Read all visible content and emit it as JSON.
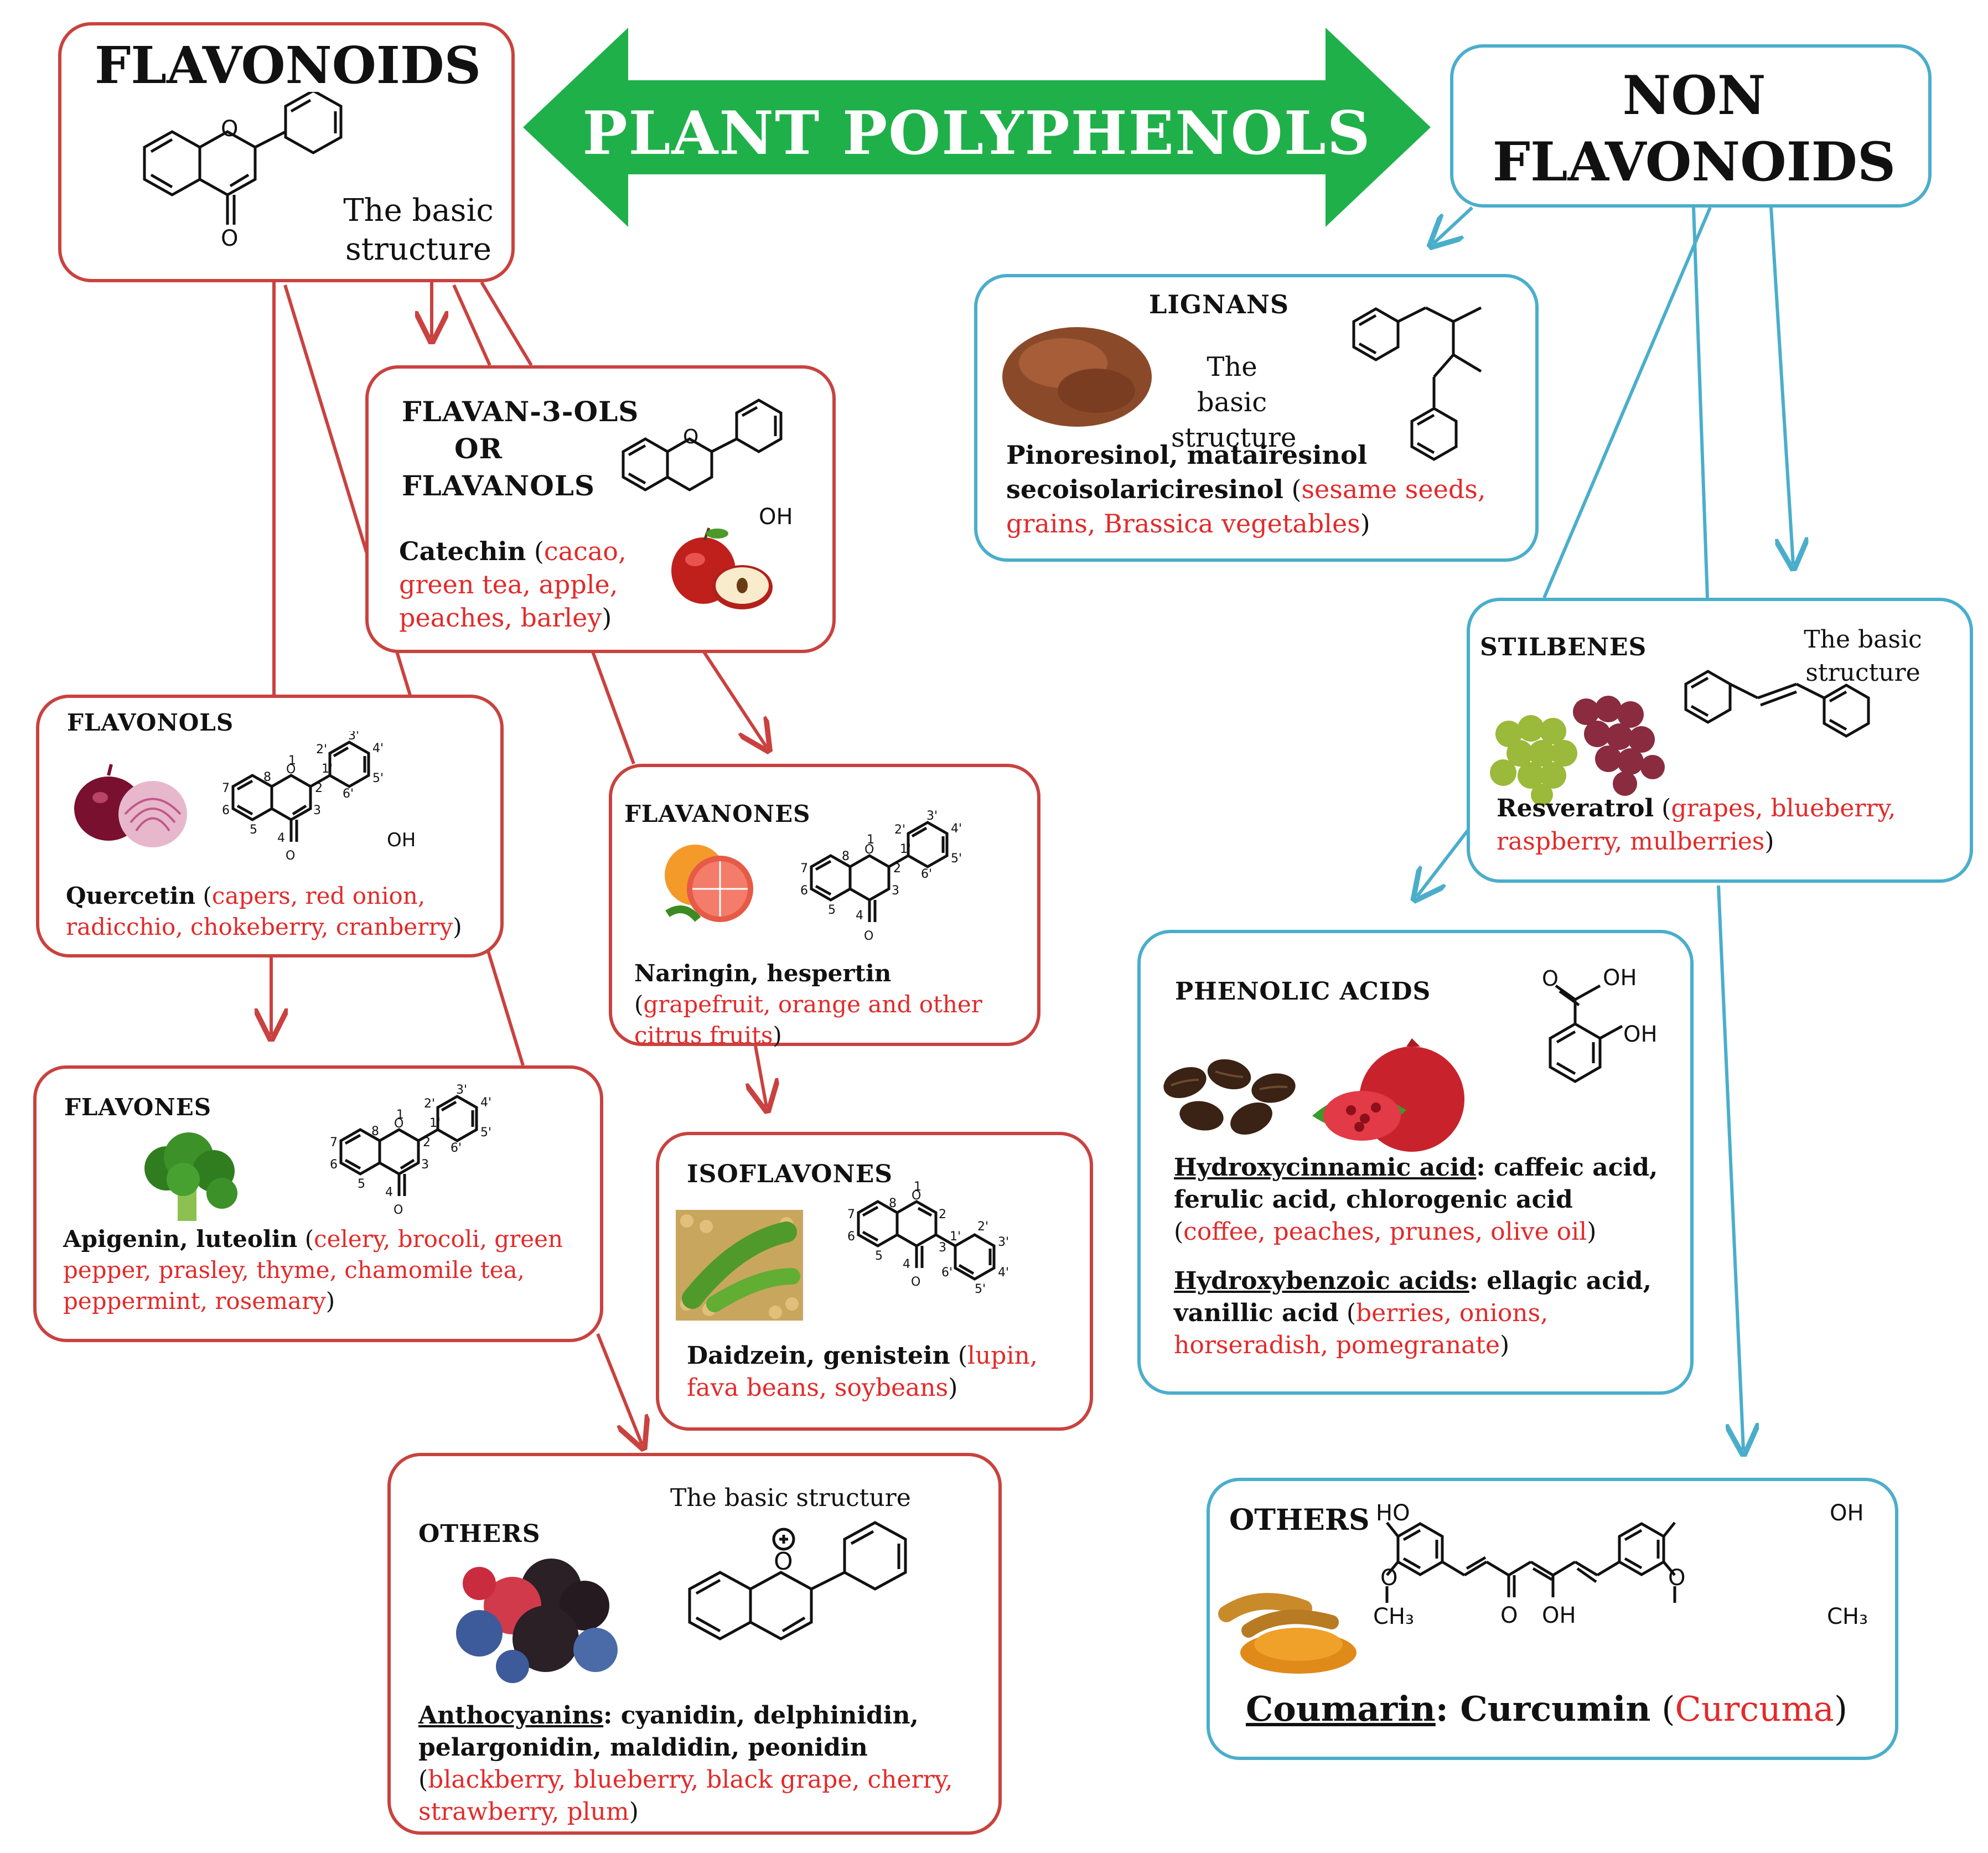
{
  "central": {
    "label": "PLANT POLYPHENOLS"
  },
  "colors": {
    "flavonoid_border": "#c9423f",
    "non_flavonoid_border": "#4aaecb",
    "arrow_green": "#1fb04a",
    "food_red": "#e22a2a"
  },
  "flavonoids": {
    "title": "FLAVONOIDS",
    "basic_structure": "The basic structure",
    "flavan3ols": {
      "title_line1": "FLAVAN-3-OLS",
      "title_line2": "OR",
      "title_line3": "FLAVANOLS",
      "oh": "OH",
      "compounds": "Catechin",
      "foods": "cacao, green tea, apple, peaches, barley"
    },
    "flavonols": {
      "title": "FLAVONOLS",
      "oh": "OH",
      "compounds": "Quercetin",
      "foods": "capers, red onion, radicchio, chokeberry, cranberry"
    },
    "flavanones": {
      "title": "FLAVANONES",
      "compounds": "Naringin, hespertin",
      "foods": "grapefruit, orange and other citrus fruits"
    },
    "flavones": {
      "title": "FLAVONES",
      "compounds": "Apigenin, luteolin",
      "foods": "celery, brocoli, green pepper, prasley, thyme, chamomile tea, peppermint, rosemary"
    },
    "isoflavones": {
      "title": "ISOFLAVONES",
      "compounds": "Daidzein, genistein",
      "foods": "lupin, fava beans, soybeans"
    },
    "others": {
      "title": "OTHERS",
      "basic_structure": "The basic structure",
      "class_name": "Anthocyanins",
      "compounds": "cyanidin, delphinidin, pelargonidin, maldidin, peonidin",
      "foods": "blackberry, blueberry, black grape, cherry, strawberry, plum"
    }
  },
  "non_flavonoids": {
    "title_line1": "NON",
    "title_line2": "FLAVONOIDS",
    "lignans": {
      "title": "LIGNANS",
      "basic_structure": "The basic structure",
      "compounds": "Pinoresinol, matairesinol secoisolariciresinol",
      "foods": "sesame seeds, grains, Brassica vegetables"
    },
    "stilbenes": {
      "title": "STILBENES",
      "basic_structure": "The basic structure",
      "compounds": "Resveratrol",
      "foods": "grapes, blueberry, raspberry, mulberries"
    },
    "phenolic_acids": {
      "title": "PHENOLIC ACIDS",
      "oh1": "OH",
      "oh2": "OH",
      "hydroxycinnamic_label": "Hydroxycinnamic acid",
      "hydroxycinnamic_compounds": "caffeic acid, ferulic acid, chlorogenic acid",
      "hydroxycinnamic_foods": "coffee, peaches, prunes, olive oil",
      "hydroxybenzoic_label": "Hydroxybenzoic acids",
      "hydroxybenzoic_compounds": "ellagic acid, vanillic acid",
      "hydroxybenzoic_foods": "berries, onions, horseradish, pomegranate"
    },
    "others": {
      "title": "OTHERS",
      "ho": "HO",
      "oh_right": "OH",
      "ch3_left": "CH₃",
      "ch3_right": "CH₃",
      "o_label": "O",
      "oh_mid": "OH",
      "class_name": "Coumarin",
      "compound": "Curcumin",
      "food": "Curcuma"
    }
  }
}
